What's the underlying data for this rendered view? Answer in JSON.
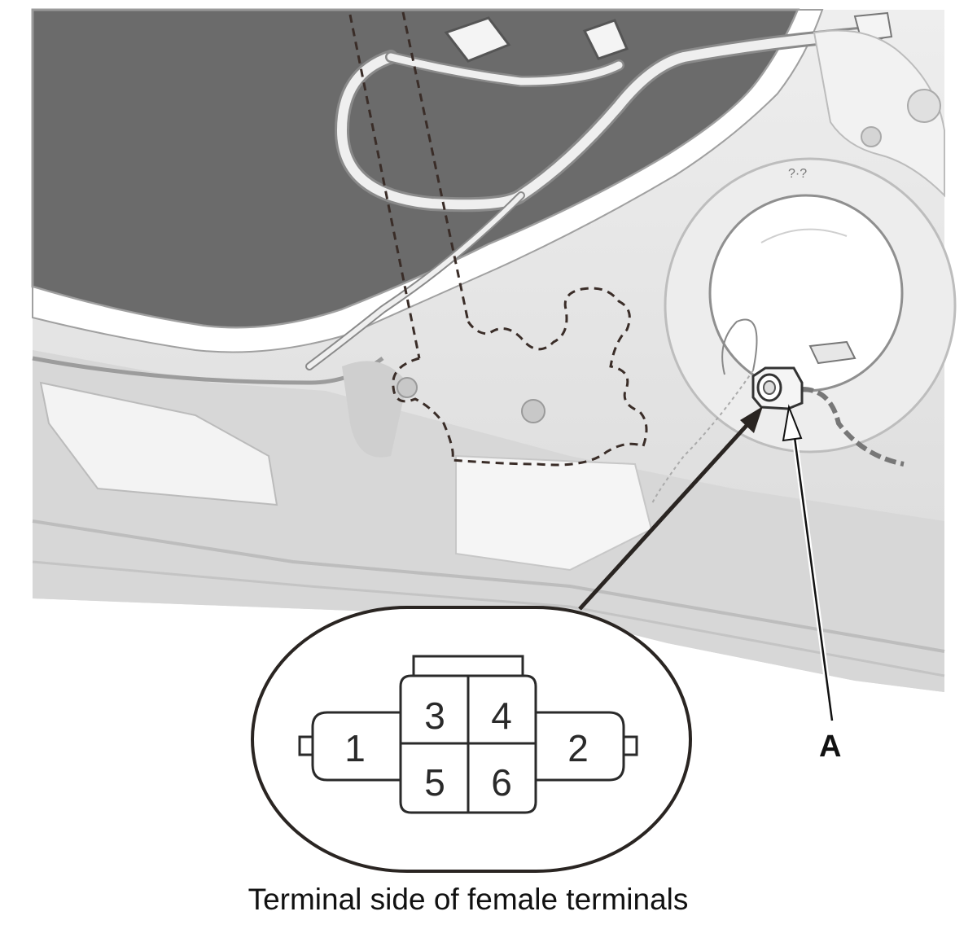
{
  "figure": {
    "callout_label": "A",
    "caption": "Terminal side of female terminals"
  },
  "connector": {
    "pins": [
      "1",
      "2",
      "3",
      "4",
      "5",
      "6"
    ]
  },
  "colors": {
    "background": "#ffffff",
    "door_panel": "#e6e6e6",
    "door_shadow": "#c9c9c9",
    "window_opening": "#6b6b6b",
    "line": "#2a2a2a"
  }
}
